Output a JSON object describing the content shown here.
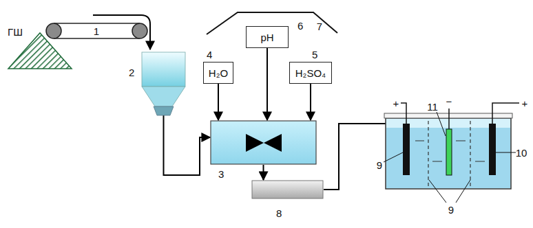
{
  "diagram": {
    "nodes": [
      {
        "text": [
          "2"
        ]
      },
      {
        "text": [
          "4",
          "H₂O"
        ]
      },
      {
        "text": [
          "6",
          "pH"
        ]
      },
      {
        "text": [
          "5",
          "H₂SO₄"
        ]
      },
      {
        "text": [
          "3"
        ]
      },
      {
        "text": [
          "8"
        ]
      }
    ],
    "edges": [
      {
        "from": 0,
        "to": 4,
        "arrow": "to"
      },
      {
        "from": 1,
        "to": 4,
        "arrow": "to"
      },
      {
        "from": 2,
        "to": 4,
        "arrow": "to"
      },
      {
        "from": 3,
        "to": 4,
        "arrow": "to"
      },
      {
        "from": 4,
        "to": 5,
        "arrow": "to"
      }
    ],
    "labels": [
      "ГШ",
      "1",
      "7",
      "9",
      "10",
      "11",
      "9",
      "+",
      "−",
      "+"
    ]
  }
}
